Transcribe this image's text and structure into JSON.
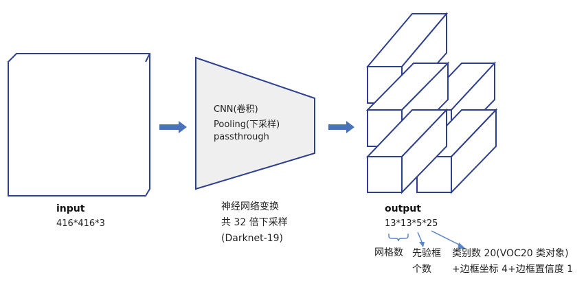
{
  "input": {
    "title": "input",
    "dims": "416*416*3"
  },
  "network": {
    "lines": [
      "CNN(卷积)",
      "Pooling(下采样)",
      "passthrough"
    ],
    "caption": [
      "神经网络变换",
      "共 32 倍下采样",
      "(Darknet-19)"
    ]
  },
  "output": {
    "title": "output",
    "dims": "13*13*5*25",
    "grid_note": "网格数",
    "anchor_note": [
      "先验框",
      "个数"
    ],
    "class_note": [
      "类别数 20(VOC20 类对象)",
      "+边框坐标 4+边框置信度 1"
    ]
  },
  "colors": {
    "box_stroke": "#2e3f8f",
    "arrow": "#4a72b8",
    "trapezoid_fill": "#efefef",
    "trapezoid_stroke": "#2e3f8f",
    "annotation": "#5b86c6"
  }
}
